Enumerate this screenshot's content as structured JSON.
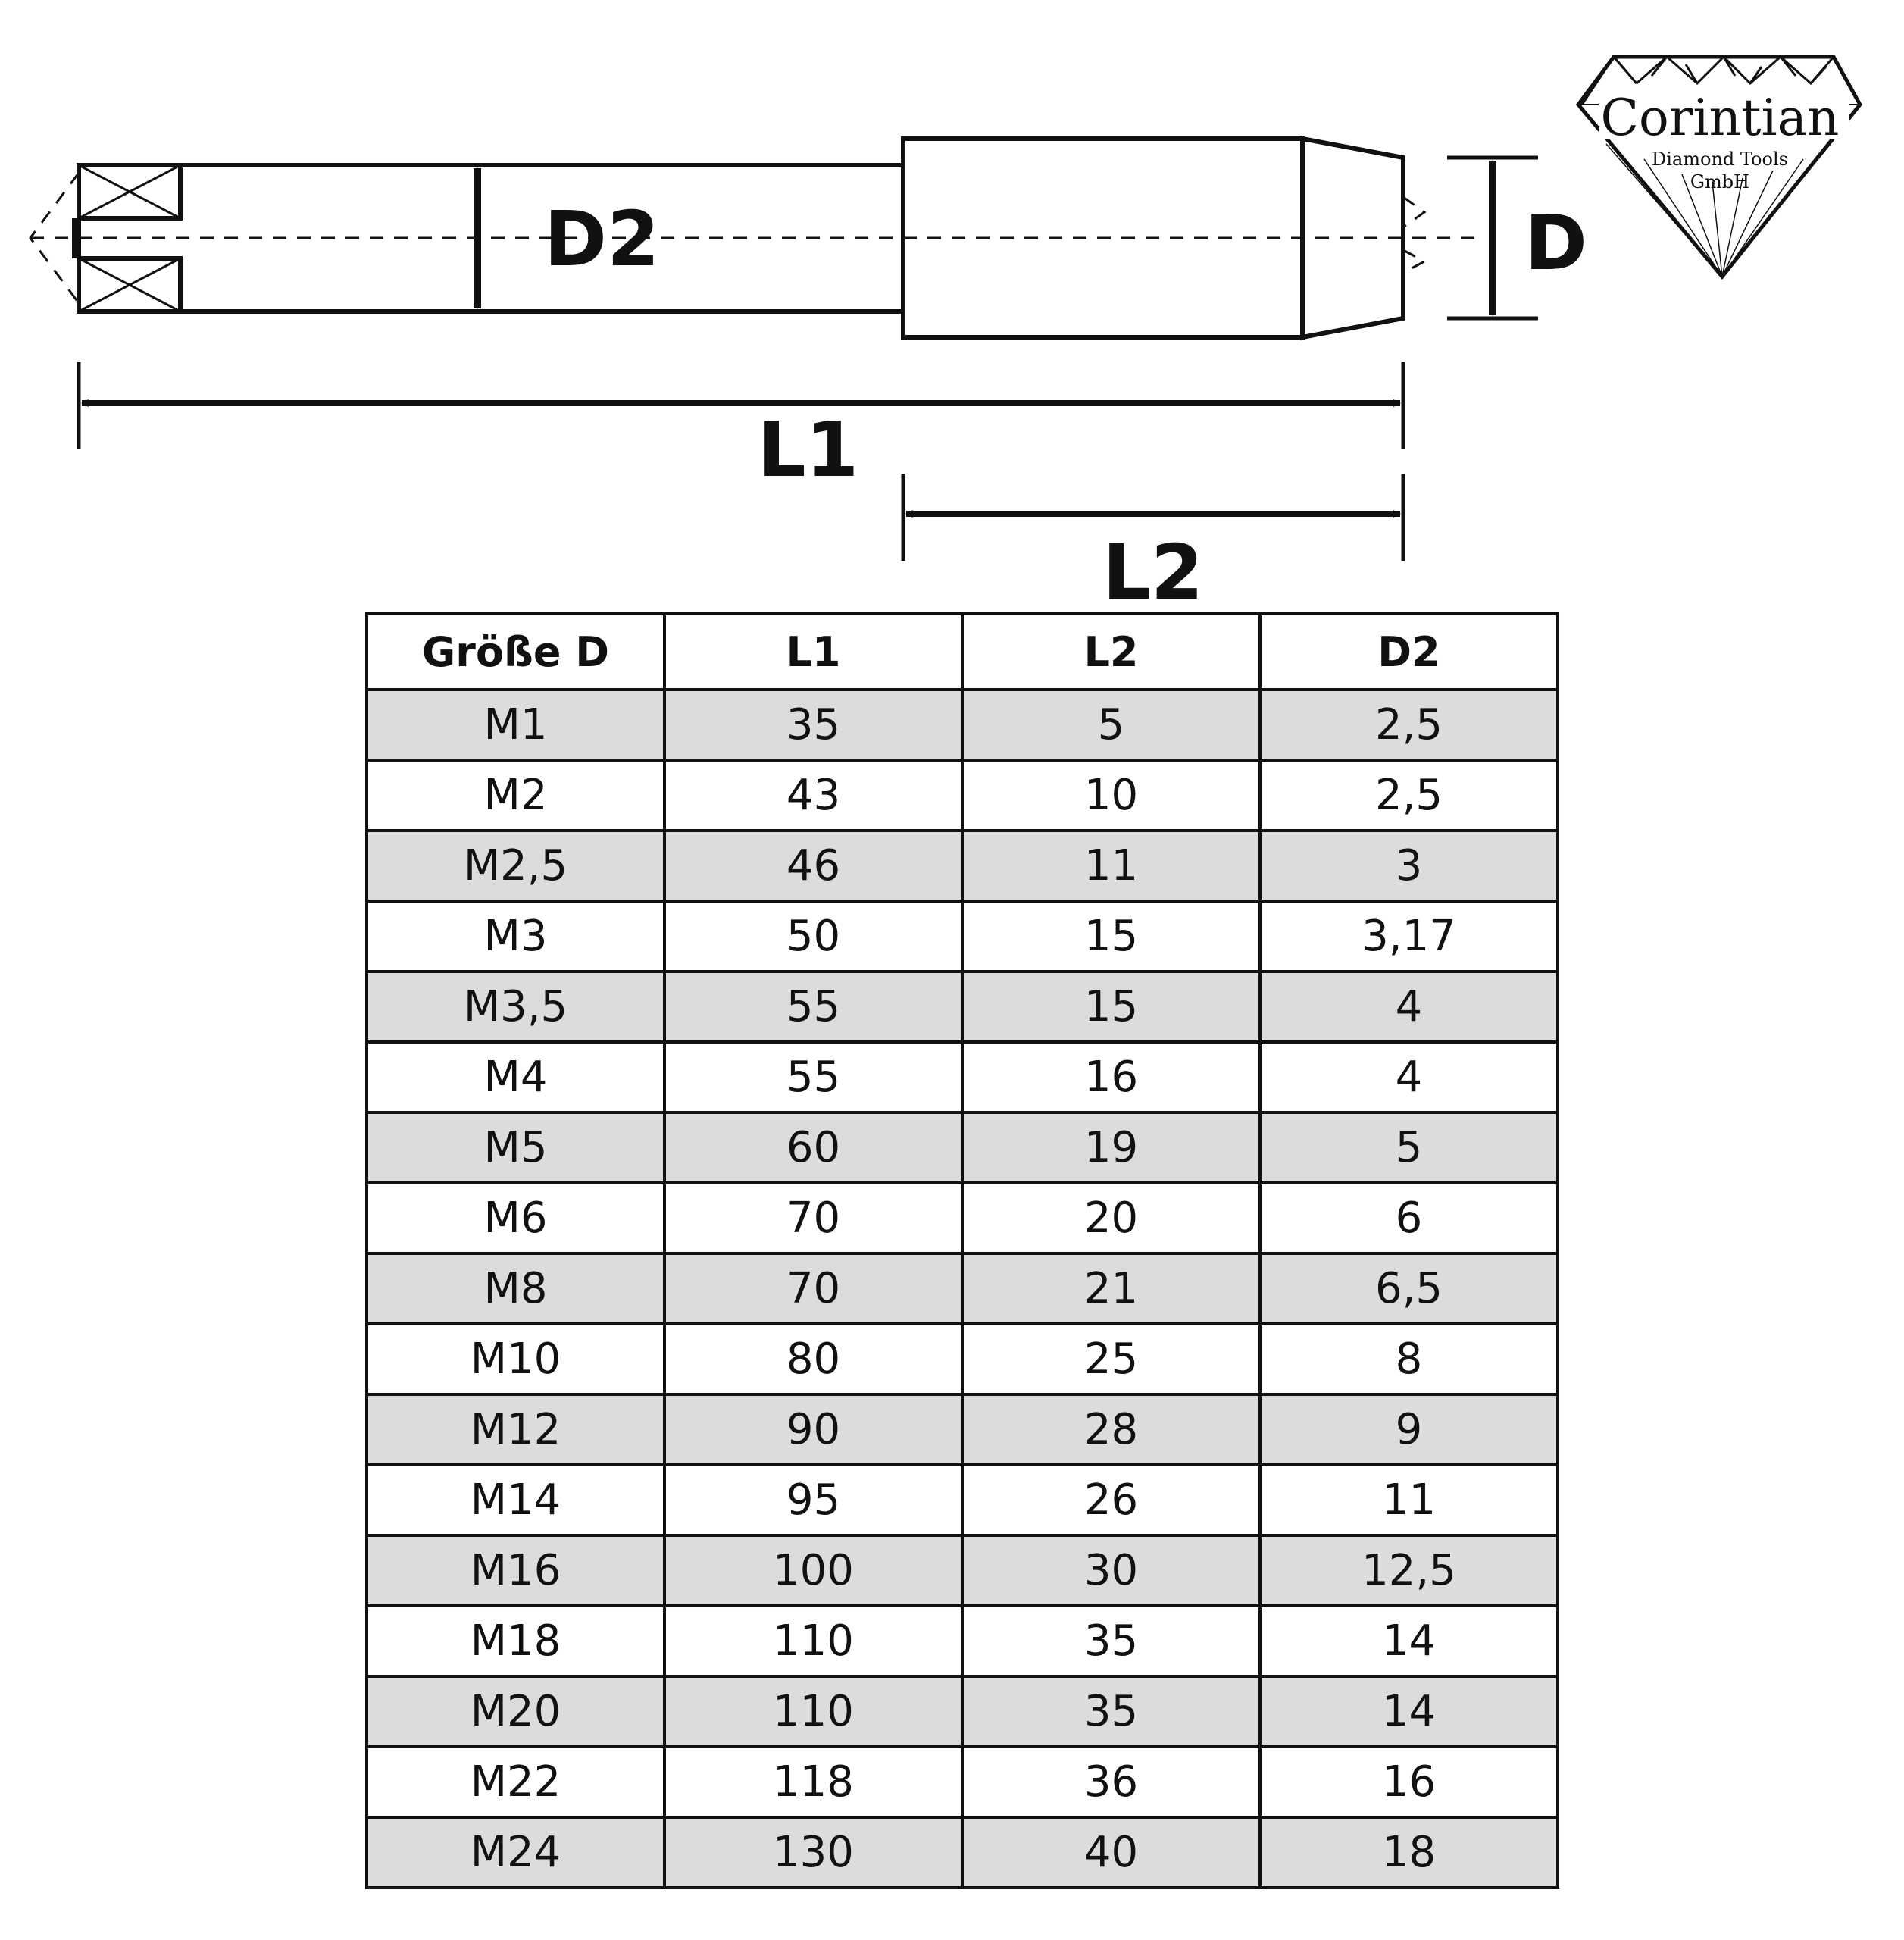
{
  "diagram": {
    "labels": {
      "d2": "D2",
      "d": "D",
      "l1": "L1",
      "l2": "L2"
    }
  },
  "logo": {
    "name": "Corintian",
    "subtitle_line1": "Diamond Tools",
    "subtitle_line2": "GmbH"
  },
  "table": {
    "headers": [
      "Größe D",
      "L1",
      "L2",
      "D2"
    ],
    "rows": [
      [
        "M1",
        "35",
        "5",
        "2,5"
      ],
      [
        "M2",
        "43",
        "10",
        "2,5"
      ],
      [
        "M2,5",
        "46",
        "11",
        "3"
      ],
      [
        "M3",
        "50",
        "15",
        "3,17"
      ],
      [
        "M3,5",
        "55",
        "15",
        "4"
      ],
      [
        "M4",
        "55",
        "16",
        "4"
      ],
      [
        "M5",
        "60",
        "19",
        "5"
      ],
      [
        "M6",
        "70",
        "20",
        "6"
      ],
      [
        "M8",
        "70",
        "21",
        "6,5"
      ],
      [
        "M10",
        "80",
        "25",
        "8"
      ],
      [
        "M12",
        "90",
        "28",
        "9"
      ],
      [
        "M14",
        "95",
        "26",
        "11"
      ],
      [
        "M16",
        "100",
        "30",
        "12,5"
      ],
      [
        "M18",
        "110",
        "35",
        "14"
      ],
      [
        "M20",
        "110",
        "35",
        "14"
      ],
      [
        "M22",
        "118",
        "36",
        "16"
      ],
      [
        "M24",
        "130",
        "40",
        "18"
      ]
    ]
  }
}
